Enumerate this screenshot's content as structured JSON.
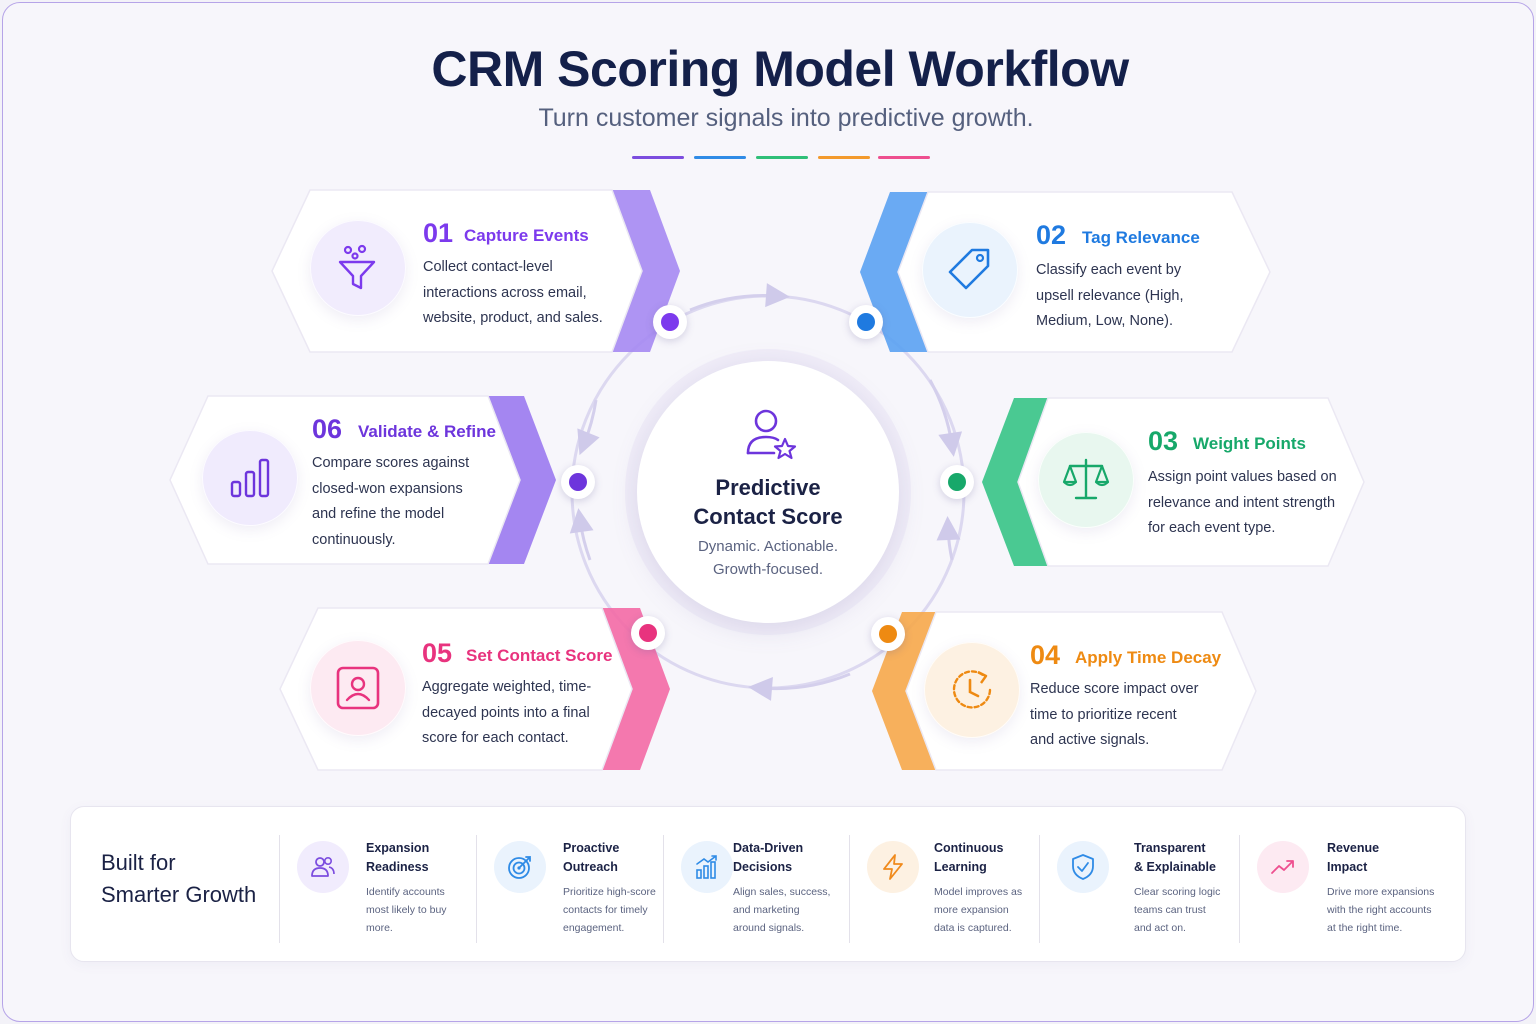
{
  "header": {
    "title": "CRM Scoring Model Workflow",
    "subtitle": "Turn customer signals into predictive growth.",
    "accent_colors": [
      "#7c4ddf",
      "#2f8be6",
      "#2fbf78",
      "#f39a2c",
      "#ee4f8f"
    ]
  },
  "center": {
    "icon": "user-star-icon",
    "title_line1": "Predictive",
    "title_line2": "Contact Score",
    "sub_line1": "Dynamic. Actionable.",
    "sub_line2": "Growth-focused."
  },
  "steps": [
    {
      "num": "01",
      "title": "Capture Events",
      "icon": "funnel-icon",
      "color": "#7c3aed",
      "desc": [
        "Collect contact-level",
        "interactions across email,",
        "website, product, and sales."
      ]
    },
    {
      "num": "02",
      "title": "Tag Relevance",
      "icon": "tag-icon",
      "color": "#1f7ae0",
      "desc": [
        "Classify each event by",
        "upsell relevance (High,",
        "Medium, Low, None)."
      ]
    },
    {
      "num": "03",
      "title": "Weight Points",
      "icon": "scale-icon",
      "color": "#17a86a",
      "desc": [
        "Assign point values based on",
        "relevance and intent strength",
        "for each event type."
      ]
    },
    {
      "num": "04",
      "title": "Apply Time Decay",
      "icon": "clock-decay-icon",
      "color": "#ee8a12",
      "desc": [
        "Reduce score impact over",
        "time to prioritize recent",
        "and active signals."
      ]
    },
    {
      "num": "05",
      "title": "Set Contact Score",
      "icon": "contact-card-icon",
      "color": "#e8337e",
      "desc": [
        "Aggregate weighted, time-",
        "decayed points into a final",
        "score for each contact."
      ]
    },
    {
      "num": "06",
      "title": "Validate & Refine",
      "icon": "bar-chart-icon",
      "color": "#6d35dc",
      "desc": [
        "Compare scores against",
        "closed-won expansions",
        "and refine the model",
        "continuously."
      ]
    }
  ],
  "banner": {
    "title_line1": "Built for",
    "title_line2": "Smarter Growth",
    "benefits": [
      {
        "title": [
          "Expansion",
          "Readiness"
        ],
        "desc": [
          "Identify accounts",
          "most likely to buy",
          "more."
        ],
        "icon": "users-icon",
        "color": "#7c4ddf"
      },
      {
        "title": [
          "Proactive",
          "Outreach"
        ],
        "desc": [
          "Prioritize high-score",
          "contacts for timely",
          "engagement."
        ],
        "icon": "target-icon",
        "color": "#2f8be6"
      },
      {
        "title": [
          "Data-Driven",
          "Decisions"
        ],
        "desc": [
          "Align sales, success,",
          "and marketing",
          "around signals."
        ],
        "icon": "growth-chart-icon",
        "color": "#2f8be6"
      },
      {
        "title": [
          "Continuous",
          "Learning"
        ],
        "desc": [
          "Model improves as",
          "more expansion",
          "data is captured."
        ],
        "icon": "lightning-icon",
        "color": "#f08a1c"
      },
      {
        "title": [
          "Transparent",
          "& Explainable"
        ],
        "desc": [
          "Clear scoring logic",
          "teams can trust",
          "and act on."
        ],
        "icon": "shield-check-icon",
        "color": "#2f8be6"
      },
      {
        "title": [
          "Revenue",
          "Impact"
        ],
        "desc": [
          "Drive more expansions",
          "with the right accounts",
          "at the right time."
        ],
        "icon": "trend-up-icon",
        "color": "#ee4f8f"
      }
    ]
  }
}
